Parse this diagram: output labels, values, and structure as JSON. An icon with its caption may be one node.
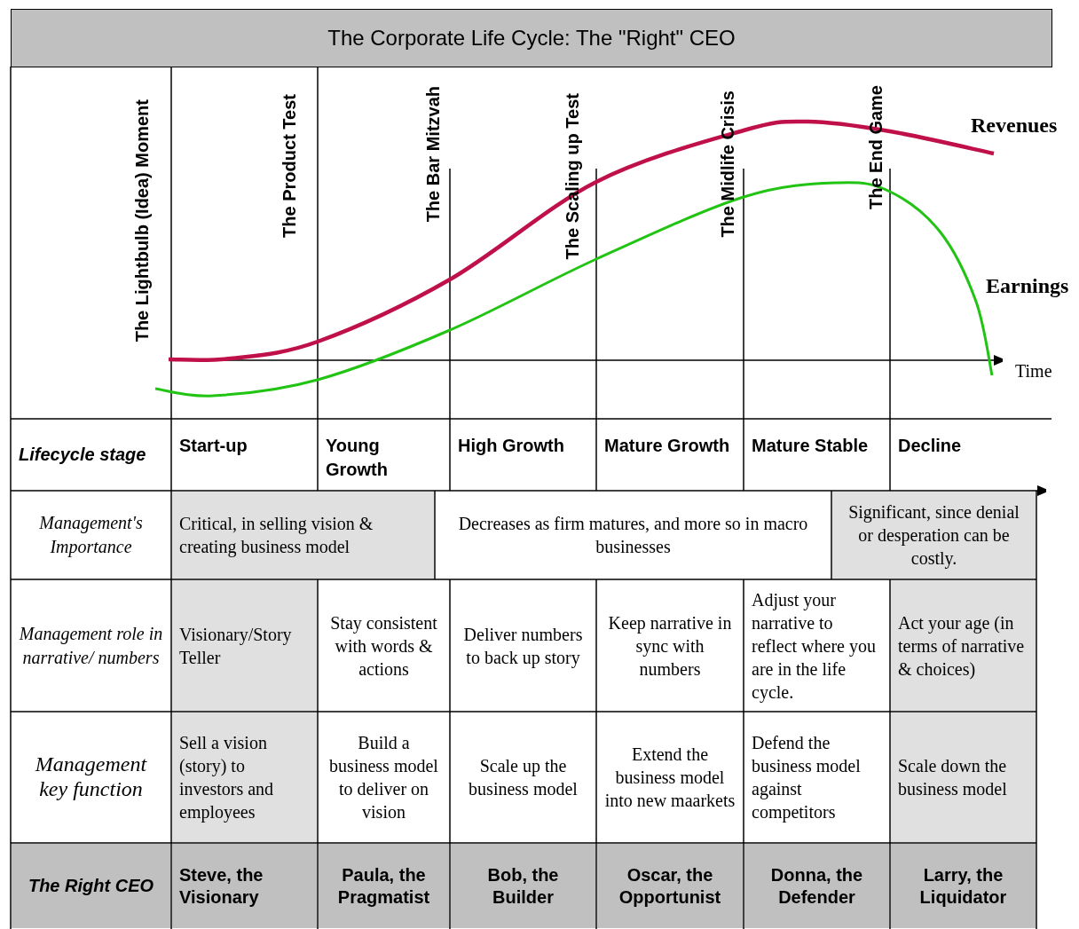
{
  "diagram": {
    "title": "The Corporate Life Cycle: The \"Right\" CEO",
    "labels": [
      "The Lightbulb (Idea) Moment",
      "The Product Test",
      "The Bar Mitzvah",
      "The Scaling up Test",
      "The Midlife Crisis",
      "The End Game",
      "Revenues",
      "Earnings",
      "Time",
      "Lifecycle stage",
      "Start-up",
      "Young Growth",
      "High Growth",
      "Mature Growth",
      "Mature Stable",
      "Decline",
      "Management's Importance",
      "Critical, in selling vision & creating business model",
      "Decreases as firm matures, and more so in macro businesses",
      "Significant, since denial or desperation can be costly.",
      "Management role in narrative/ numbers",
      "Visionary/Story Teller",
      "Stay consistent with words & actions",
      "Deliver numbers to back up story",
      "Keep narrative in sync with numbers",
      "Adjust your narrative to reflect where you are in the life cycle.",
      "Act your age (in terms of narrative & choices)",
      "Management key function",
      "Sell a vision (story) to investors and employees",
      "Build a business model to deliver on vision",
      "Scale up the business model",
      "Extend the business model into new maarkets",
      "Defend the business model against competitors",
      "Scale down the business model",
      "The Right CEO",
      "Steve, the Visionary",
      "Paula, the Pragmatist",
      "Bob, the Builder",
      "Oscar, the Opportunist",
      "Donna, the Defender",
      "Larry, the Liquidator"
    ]
  }
}
